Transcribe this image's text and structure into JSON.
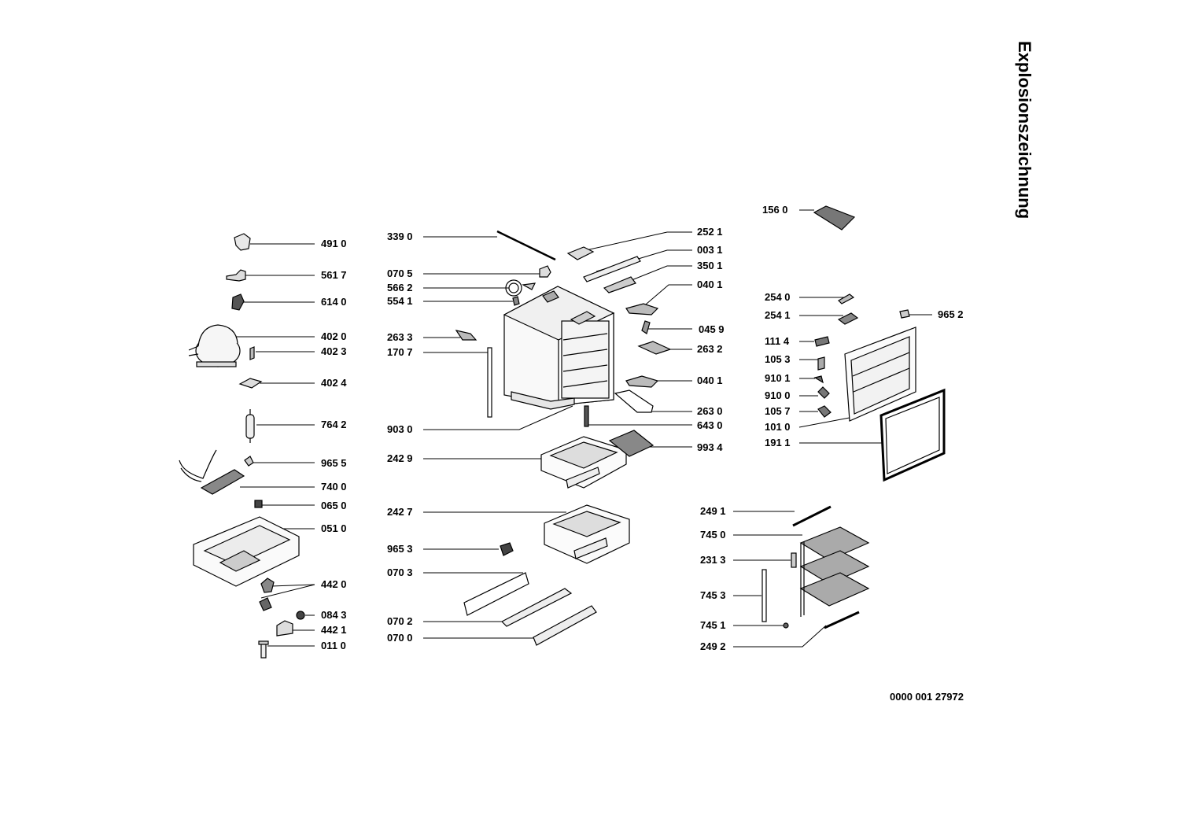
{
  "title": "Explosionszeichnung",
  "document_number": "0000 001 27972",
  "parts": {
    "p4910": "491 0",
    "p5617": "561 7",
    "p6140": "614 0",
    "p4020": "402 0",
    "p4023": "402 3",
    "p4024": "402 4",
    "p7642": "764 2",
    "p9655": "965 5",
    "p7400": "740 0",
    "p0650": "065 0",
    "p0510": "051 0",
    "p4420": "442 0",
    "p0843": "084 3",
    "p4421": "442 1",
    "p0110": "011 0",
    "p3390": "339 0",
    "p0705": "070 5",
    "p5662": "566 2",
    "p5541": "554 1",
    "p2633": "263 3",
    "p1707": "170 7",
    "p9030": "903 0",
    "p2429": "242 9",
    "p2427": "242 7",
    "p9653": "965 3",
    "p0703": "070 3",
    "p0702": "070 2",
    "p0700": "070 0",
    "p2521": "252 1",
    "p0031": "003 1",
    "p3501": "350 1",
    "p0401a": "040 1",
    "p0459": "045 9",
    "p2632": "263 2",
    "p0401b": "040 1",
    "p2630": "263 0",
    "p6430": "643 0",
    "p9934": "993 4",
    "p1560": "156 0",
    "p2540": "254 0",
    "p2541": "254 1",
    "p9652": "965 2",
    "p1114": "111 4",
    "p1053": "105 3",
    "p9101": "910 1",
    "p9100": "910 0",
    "p1057": "105 7",
    "p1010": "101 0",
    "p1911": "191 1",
    "p2491": "249 1",
    "p7450": "745 0",
    "p2313": "231 3",
    "p7453": "745 3",
    "p7451": "745 1",
    "p2492": "249 2"
  }
}
